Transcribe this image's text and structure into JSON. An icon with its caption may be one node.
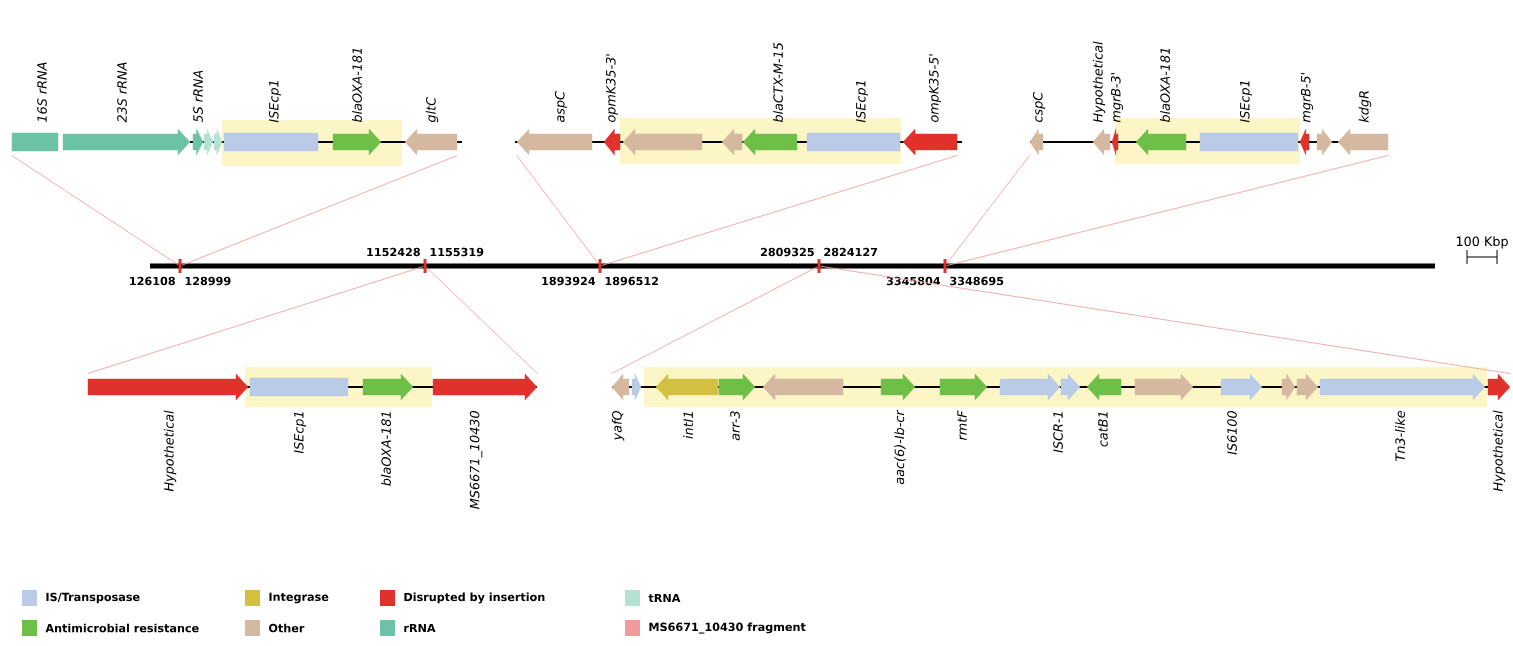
{
  "diagram": {
    "nodes": [
      {
        "text": [
          "16S rRNA",
          "23S rRNA",
          "5S rRNA",
          "ISEcp1",
          "blaOXA-181",
          "gltC"
        ]
      },
      {
        "text": [
          "aspC",
          "opmK35-3'",
          "blaCTX-M-15",
          "ISEcp1",
          "ompK35-5'"
        ]
      },
      {
        "text": [
          "cspC",
          "Hypothetical",
          "mgrB-3'",
          "blaOXA-181",
          "ISEcp1",
          "mgrB-5'",
          "kdgR"
        ]
      },
      {
        "text": [
          "126108",
          "128999"
        ]
      },
      {
        "text": [
          "1152428",
          "1155319"
        ]
      },
      {
        "text": [
          "1893924",
          "1896512"
        ]
      },
      {
        "text": [
          "2809325",
          "2824127"
        ]
      },
      {
        "text": [
          "3345804",
          "3348695"
        ]
      },
      {
        "text": [
          "Hypothetical",
          "ISEcp1",
          "blaOXA-181",
          "MS6671_10430"
        ]
      },
      {
        "text": [
          "yafQ",
          "intI1",
          "arr-3",
          "aac(6)-Ib-cr",
          "rmtF",
          "ISCR-1",
          "catB1",
          "IS6100",
          "Tn3-like",
          "Hypothetical"
        ]
      }
    ],
    "edges": [
      {
        "from": 3,
        "to": 0,
        "arrow": "none"
      },
      {
        "from": 3,
        "to": 0,
        "arrow": "none"
      },
      {
        "from": 5,
        "to": 1,
        "arrow": "none"
      },
      {
        "from": 5,
        "to": 1,
        "arrow": "none"
      },
      {
        "from": 7,
        "to": 2,
        "arrow": "none"
      },
      {
        "from": 7,
        "to": 2,
        "arrow": "none"
      },
      {
        "from": 4,
        "to": 8,
        "arrow": "none"
      },
      {
        "from": 4,
        "to": 8,
        "arrow": "none"
      },
      {
        "from": 6,
        "to": 9,
        "arrow": "none"
      },
      {
        "from": 6,
        "to": 9,
        "arrow": "none"
      }
    ],
    "labels": [
      "100 Kbp"
    ],
    "legend": [
      {
        "text": "IS/Transposase",
        "color": "#b9cbe6"
      },
      {
        "text": "Integrase",
        "color": "#d4c040"
      },
      {
        "text": "Disrupted by insertion",
        "color": "#e0312b"
      },
      {
        "text": "tRNA",
        "color": "#b4e2d2"
      },
      {
        "text": "Antimicrobial resistance",
        "color": "#6dbf48"
      },
      {
        "text": "Other",
        "color": "#d5b8a0"
      },
      {
        "text": "rRNA",
        "color": "#6cc2a4"
      },
      {
        "text": "MS6671_10430 fragment",
        "color": "#f19a9c"
      }
    ]
  }
}
